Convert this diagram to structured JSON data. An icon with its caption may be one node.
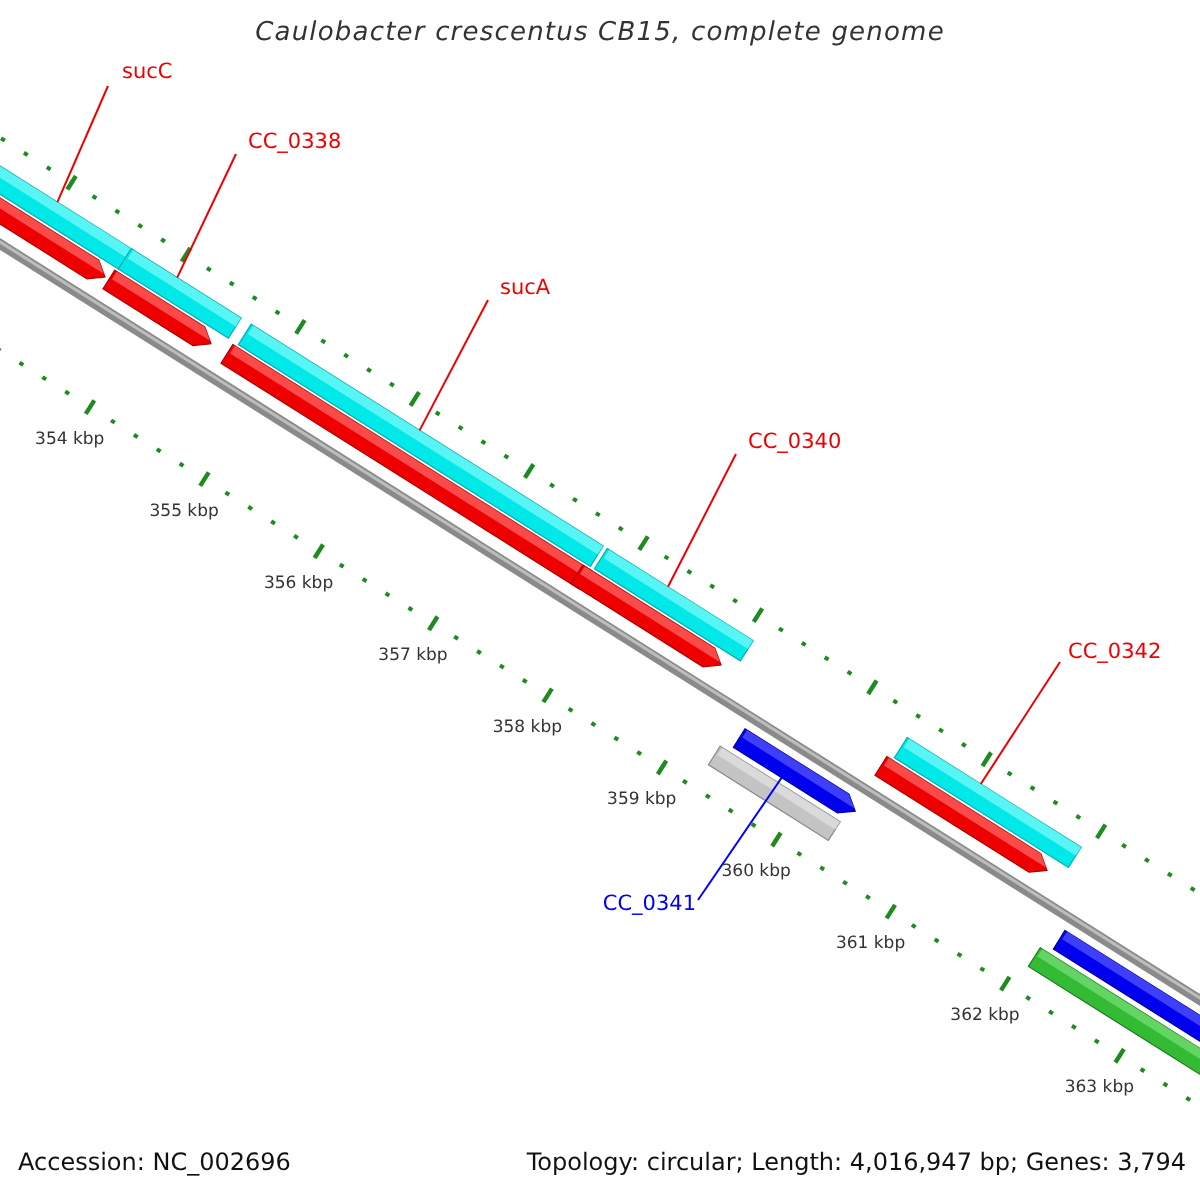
{
  "diagram": {
    "title": "Caulobacter crescentus CB15, complete genome",
    "nodes": [
      {
        "text": [
          "sucC"
        ]
      },
      {
        "text": [
          "CC_0338"
        ]
      },
      {
        "text": [
          "sucA"
        ]
      },
      {
        "text": [
          "CC_0340"
        ]
      },
      {
        "text": [
          "CC_0342"
        ]
      },
      {
        "text": [
          "CC_0341"
        ]
      },
      {
        "text": [],
        "shape": "bar"
      },
      {
        "text": [],
        "shape": "bar"
      },
      {
        "text": [],
        "shape": "bar"
      },
      {
        "text": [],
        "shape": "bar"
      },
      {
        "text": [],
        "shape": "bar"
      },
      {
        "text": [],
        "shape": "bar"
      },
      {
        "text": [],
        "shape": "bar"
      },
      {
        "text": [],
        "shape": "bar"
      },
      {
        "text": [],
        "shape": "bar"
      },
      {
        "text": [],
        "shape": "bar"
      },
      {
        "text": [],
        "shape": "bar"
      },
      {
        "text": [],
        "shape": "bar"
      },
      {
        "text": [],
        "shape": "bar"
      },
      {
        "text": [],
        "shape": "bar"
      }
    ],
    "edges": [
      {
        "from": 0,
        "to": 6,
        "arrow": "none"
      },
      {
        "from": 1,
        "to": 9,
        "arrow": "none"
      },
      {
        "from": 2,
        "to": 11,
        "arrow": "none"
      },
      {
        "from": 3,
        "to": 13,
        "arrow": "none"
      },
      {
        "from": 4,
        "to": 17,
        "arrow": "none"
      },
      {
        "from": 5,
        "to": 15,
        "arrow": "none",
        "color": "#0000ff"
      }
    ],
    "labels": [
      "354 kbp",
      "355 kbp",
      "356 kbp",
      "357 kbp",
      "358 kbp",
      "359 kbp",
      "360 kbp",
      "361 kbp",
      "362 kbp",
      "363 kbp",
      "Accession: NC_002696",
      "Topology: circular; Length: 4,016,947 bp; Genes: 3,794"
    ]
  }
}
